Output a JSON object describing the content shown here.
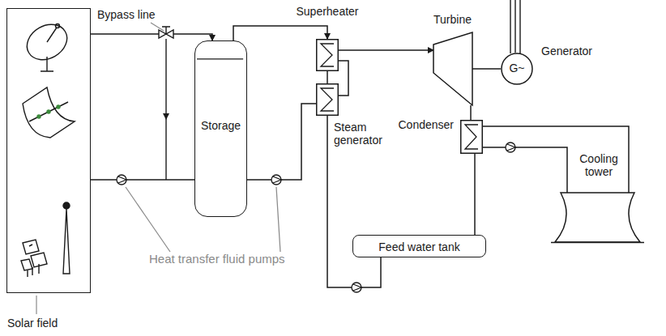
{
  "diagram": {
    "nodes": [
      {
        "text": [
          "Solar field"
        ]
      },
      {
        "text": [
          "Storage"
        ]
      },
      {
        "text": [
          "Superheater"
        ]
      },
      {
        "text": [
          "Steam generator"
        ]
      },
      {
        "text": [
          "Turbine"
        ]
      },
      {
        "text": [
          "G~",
          "Generator"
        ]
      },
      {
        "text": [
          "Condenser"
        ]
      },
      {
        "text": [
          "Cooling tower"
        ]
      },
      {
        "text": [
          "Feed water tank"
        ]
      }
    ],
    "edges": [
      {
        "from": 0,
        "to": 1,
        "arrow": "to"
      },
      {
        "from": 1,
        "to": 2,
        "arrow": "to"
      },
      {
        "from": 2,
        "to": 3,
        "arrow": "none"
      },
      {
        "from": 3,
        "to": 1,
        "arrow": "none"
      },
      {
        "from": 1,
        "to": 0,
        "arrow": "none"
      },
      {
        "from": 3,
        "to": 2,
        "arrow": "none"
      },
      {
        "from": 2,
        "to": 4,
        "arrow": "to"
      },
      {
        "from": 4,
        "to": 5,
        "arrow": "none"
      },
      {
        "from": 4,
        "to": 6,
        "arrow": "none"
      },
      {
        "from": 6,
        "to": 7,
        "arrow": "none"
      },
      {
        "from": 7,
        "to": 6,
        "arrow": "none"
      },
      {
        "from": 6,
        "to": 8,
        "arrow": "none"
      },
      {
        "from": 8,
        "to": 3,
        "arrow": "none"
      }
    ],
    "labels": [
      "Bypass line",
      "Heat transfer fluid pumps"
    ]
  }
}
